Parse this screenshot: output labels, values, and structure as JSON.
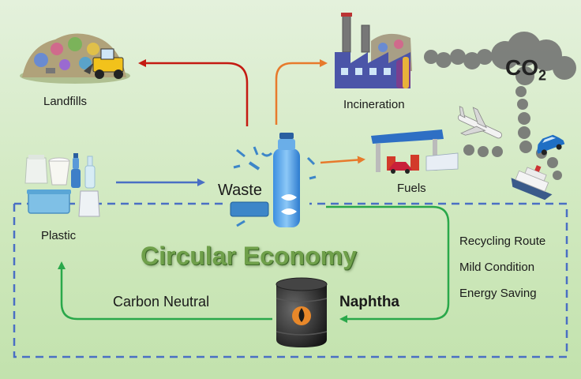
{
  "nodes": {
    "landfills": "Landfills",
    "incineration": "Incineration",
    "co2": "CO",
    "co2_sub": "2",
    "fuels": "Fuels",
    "plastic": "Plastic",
    "waste": "Waste",
    "naphtha": "Naphtha"
  },
  "titles": {
    "circular_economy": "Circular Economy",
    "carbon_neutral": "Carbon Neutral"
  },
  "benefits": [
    "Recycling Route",
    "Mild Condition",
    "Energy Saving"
  ],
  "colors": {
    "landfill_arrow": "#c41a12",
    "incineration_arrow": "#e77a2c",
    "fuels_arrow": "#e77a2c",
    "plastic_arrow": "#4a6fc4",
    "loop_arrow": "#2aa84a",
    "dashed_frame": "#4a6fc4"
  }
}
